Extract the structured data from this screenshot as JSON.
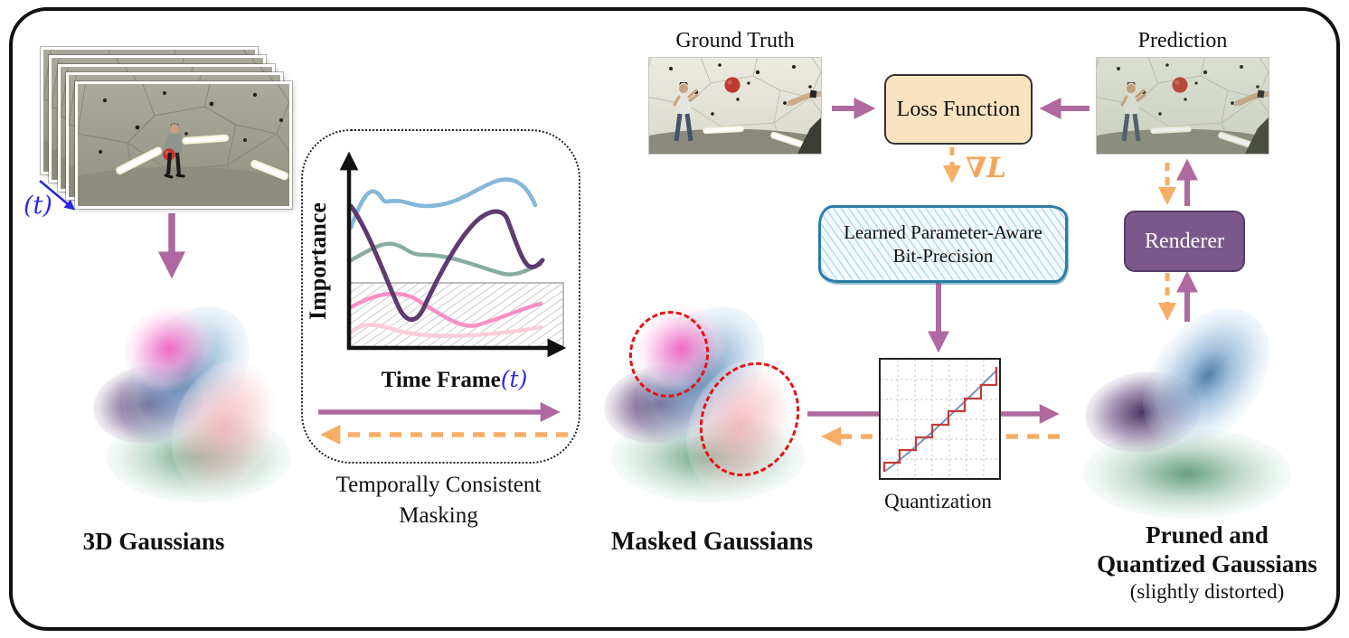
{
  "figure": {
    "left": {
      "stack_time_label": "(t)",
      "label": "3D Gaussians"
    },
    "masking_module": {
      "importance_axis": "Importance",
      "time_axis": "Time Frame",
      "time_axis_var": "(t)",
      "caption_line1": "Temporally Consistent",
      "caption_line2": "Masking"
    },
    "masked": {
      "label": "Masked Gaussians"
    },
    "loss": {
      "ground_truth": "Ground Truth",
      "prediction": "Prediction",
      "loss_function": "Loss Function",
      "gradient": "∇L"
    },
    "bitprecision": {
      "line1": "Learned Parameter-Aware",
      "line2": "Bit-Precision"
    },
    "renderer": {
      "label": "Renderer"
    },
    "quantization": {
      "label": "Quantization"
    },
    "pruned": {
      "line1": "Pruned and",
      "line2": "Quantized Gaussians",
      "line3": "(slightly distorted)"
    }
  },
  "colors": {
    "solid_arrow": "#af699e",
    "dashed_arrow": "#f7ad64",
    "time_label_blue": "#2a2ae0",
    "loss_box_fill": "#fbe2c0",
    "renderer_fill": "#7b588c",
    "bitprecision_border": "#2d7ca1",
    "mask_ring_red": "#e41313",
    "curve_blue": "#85b7d9",
    "curve_purple": "#5d3a6f",
    "curve_teal": "#84ad9e",
    "curve_pink": "#f98fc2",
    "curve_pale_pink": "#fbcdd8"
  },
  "chart_data": [
    {
      "id": "importance-over-time",
      "type": "line",
      "title": "",
      "xlabel": "Time Frame (t)",
      "ylabel": "Importance",
      "x_range": [
        0,
        1
      ],
      "y_range": [
        0,
        1
      ],
      "grid": false,
      "legend": "none",
      "masked_band": {
        "y_min": 0,
        "y_max": 0.32,
        "style": "gray-hatched",
        "meaning": "low-importance masked region"
      },
      "series": [
        {
          "name": "gaussian-blue",
          "color": "#85b7d9",
          "x": [
            0,
            0.1,
            0.17,
            0.35,
            0.55,
            0.78,
            0.95
          ],
          "y": [
            0.6,
            0.79,
            0.72,
            0.7,
            0.75,
            0.84,
            0.72
          ]
        },
        {
          "name": "gaussian-purple",
          "color": "#5d3a6f",
          "x": [
            0,
            0.28,
            0.47,
            0.66,
            0.8,
            0.92,
            1.0
          ],
          "y": [
            0.71,
            0.14,
            0.43,
            0.68,
            0.64,
            0.41,
            0.43
          ]
        },
        {
          "name": "gaussian-teal",
          "color": "#84ad9e",
          "x": [
            0,
            0.2,
            0.33,
            0.5,
            0.72,
            0.88,
            1.0
          ],
          "y": [
            0.44,
            0.52,
            0.48,
            0.46,
            0.4,
            0.35,
            0.41
          ]
        },
        {
          "name": "gaussian-pink",
          "color": "#f98fc2",
          "x": [
            0,
            0.3,
            0.58,
            0.82,
            1.0
          ],
          "y": [
            0.2,
            0.27,
            0.18,
            0.12,
            0.22
          ]
        },
        {
          "name": "gaussian-pale-pink",
          "color": "#fbcdd8",
          "x": [
            0,
            0.12,
            0.5,
            0.8,
            1.0
          ],
          "y": [
            0.08,
            0.12,
            0.07,
            0.06,
            0.1
          ]
        }
      ]
    },
    {
      "id": "quantization-transfer",
      "type": "line",
      "xlabel": "",
      "ylabel": "",
      "series": [
        {
          "name": "continuous-identity",
          "color": "#7496c4",
          "x": [
            0,
            1
          ],
          "y": [
            0,
            1
          ]
        },
        {
          "name": "quantized-staircase",
          "color": "#c43c3c",
          "style": "step",
          "levels": 8
        }
      ]
    }
  ]
}
